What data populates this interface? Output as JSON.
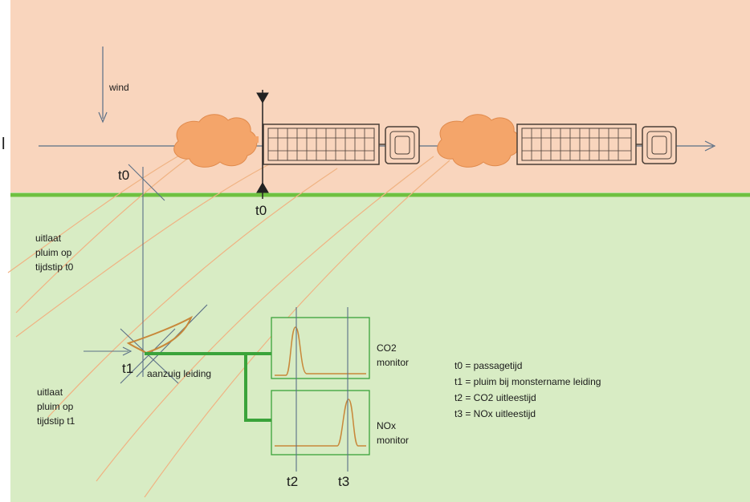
{
  "diagram": {
    "wind_label": "wind",
    "cropped_edge_text": "l",
    "time_labels": {
      "t0_upper": "t0",
      "t0_road": "t0",
      "t1": "t1",
      "t2": "t2",
      "t3": "t3"
    },
    "plume_t0_lines": [
      "uitlaat",
      "pluim op",
      "tijdstip t0"
    ],
    "plume_t1_lines": [
      "uitlaat",
      "pluim op",
      "tijdstip t1"
    ],
    "intake_label": "aanzuig leiding",
    "co2_monitor_lines": [
      "CO2",
      "monitor"
    ],
    "nox_monitor_lines": [
      "NOx",
      "monitor"
    ],
    "legend": [
      "t0 = passagetijd",
      "t1 = pluim bij monstername leiding",
      "t2 = CO2 uitleestijd",
      "t3 = NOx uitleestijd"
    ],
    "colors": {
      "road": "#f9d5bd",
      "field": "#d8ecc4",
      "verge": "#6fc040",
      "pipe": "#3aa33a",
      "plume": "#f4a56a",
      "signal": "#c8883a",
      "ink": "#4a6a8a"
    }
  }
}
